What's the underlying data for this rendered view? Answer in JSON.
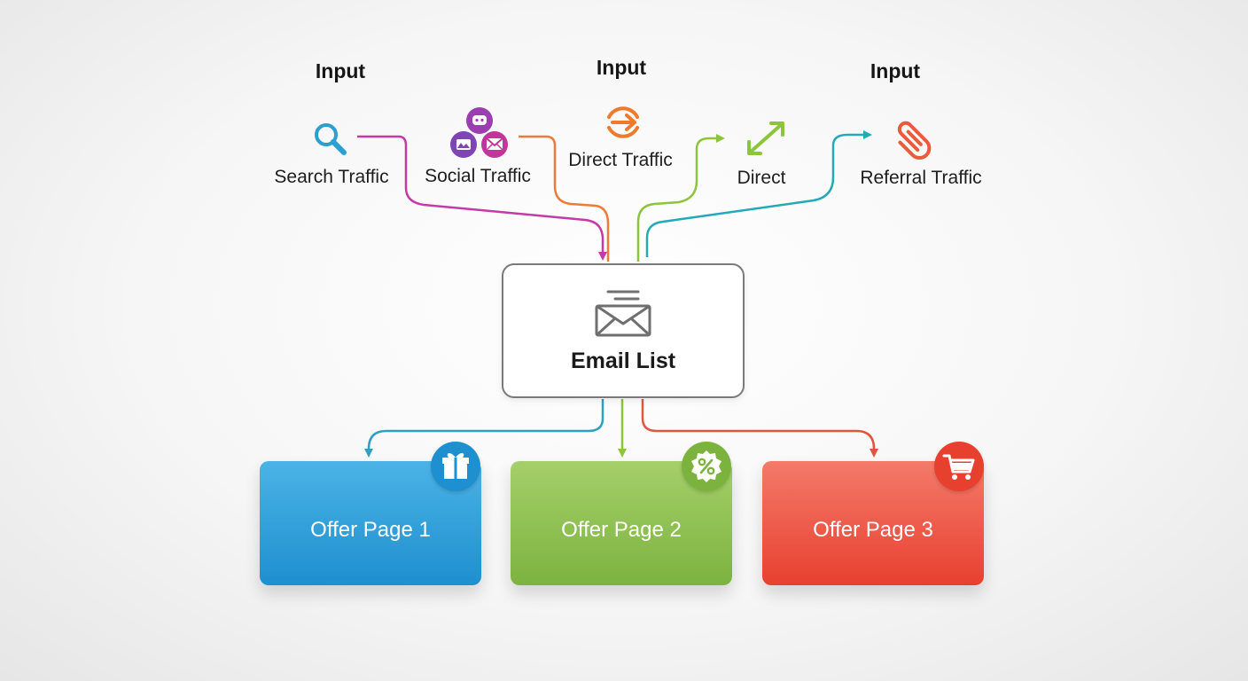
{
  "inputs": {
    "heading_left": "Input",
    "heading_center": "Input",
    "heading_right": "Input"
  },
  "sources": [
    {
      "label": "Search Traffic",
      "icon": "search-icon",
      "color": "#2b9fd0"
    },
    {
      "label": "Social Traffic",
      "icon": "social-icons-cluster",
      "color": "#9b3fb0"
    },
    {
      "label": "Direct Traffic",
      "icon": "arrow-circle-icon",
      "color": "#f07a2a"
    },
    {
      "label": "Direct",
      "icon": "diagonal-arrows-icon",
      "color": "#8cc43c"
    },
    {
      "label": "Referral Traffic",
      "icon": "paperclip-icon",
      "color": "#ea5a3c"
    }
  ],
  "hub": {
    "label": "Email List",
    "icon": "envelope-list-icon"
  },
  "offers": [
    {
      "label": "Offer Page 1",
      "icon": "gift-icon",
      "color": "#2f9fdc"
    },
    {
      "label": "Offer Page 2",
      "icon": "percent-icon",
      "color": "#8fc04c"
    },
    {
      "label": "Offer Page 3",
      "icon": "shopping-cart-icon",
      "color": "#ee5040"
    }
  ],
  "connector_colors": {
    "search": "#c53aa8",
    "social": "#ee7a3a",
    "direct": "#8cc43c",
    "referral": "#22aab6",
    "offer1": "#2fa0c4",
    "offer2": "#8cc43c",
    "offer3": "#e0553e"
  }
}
